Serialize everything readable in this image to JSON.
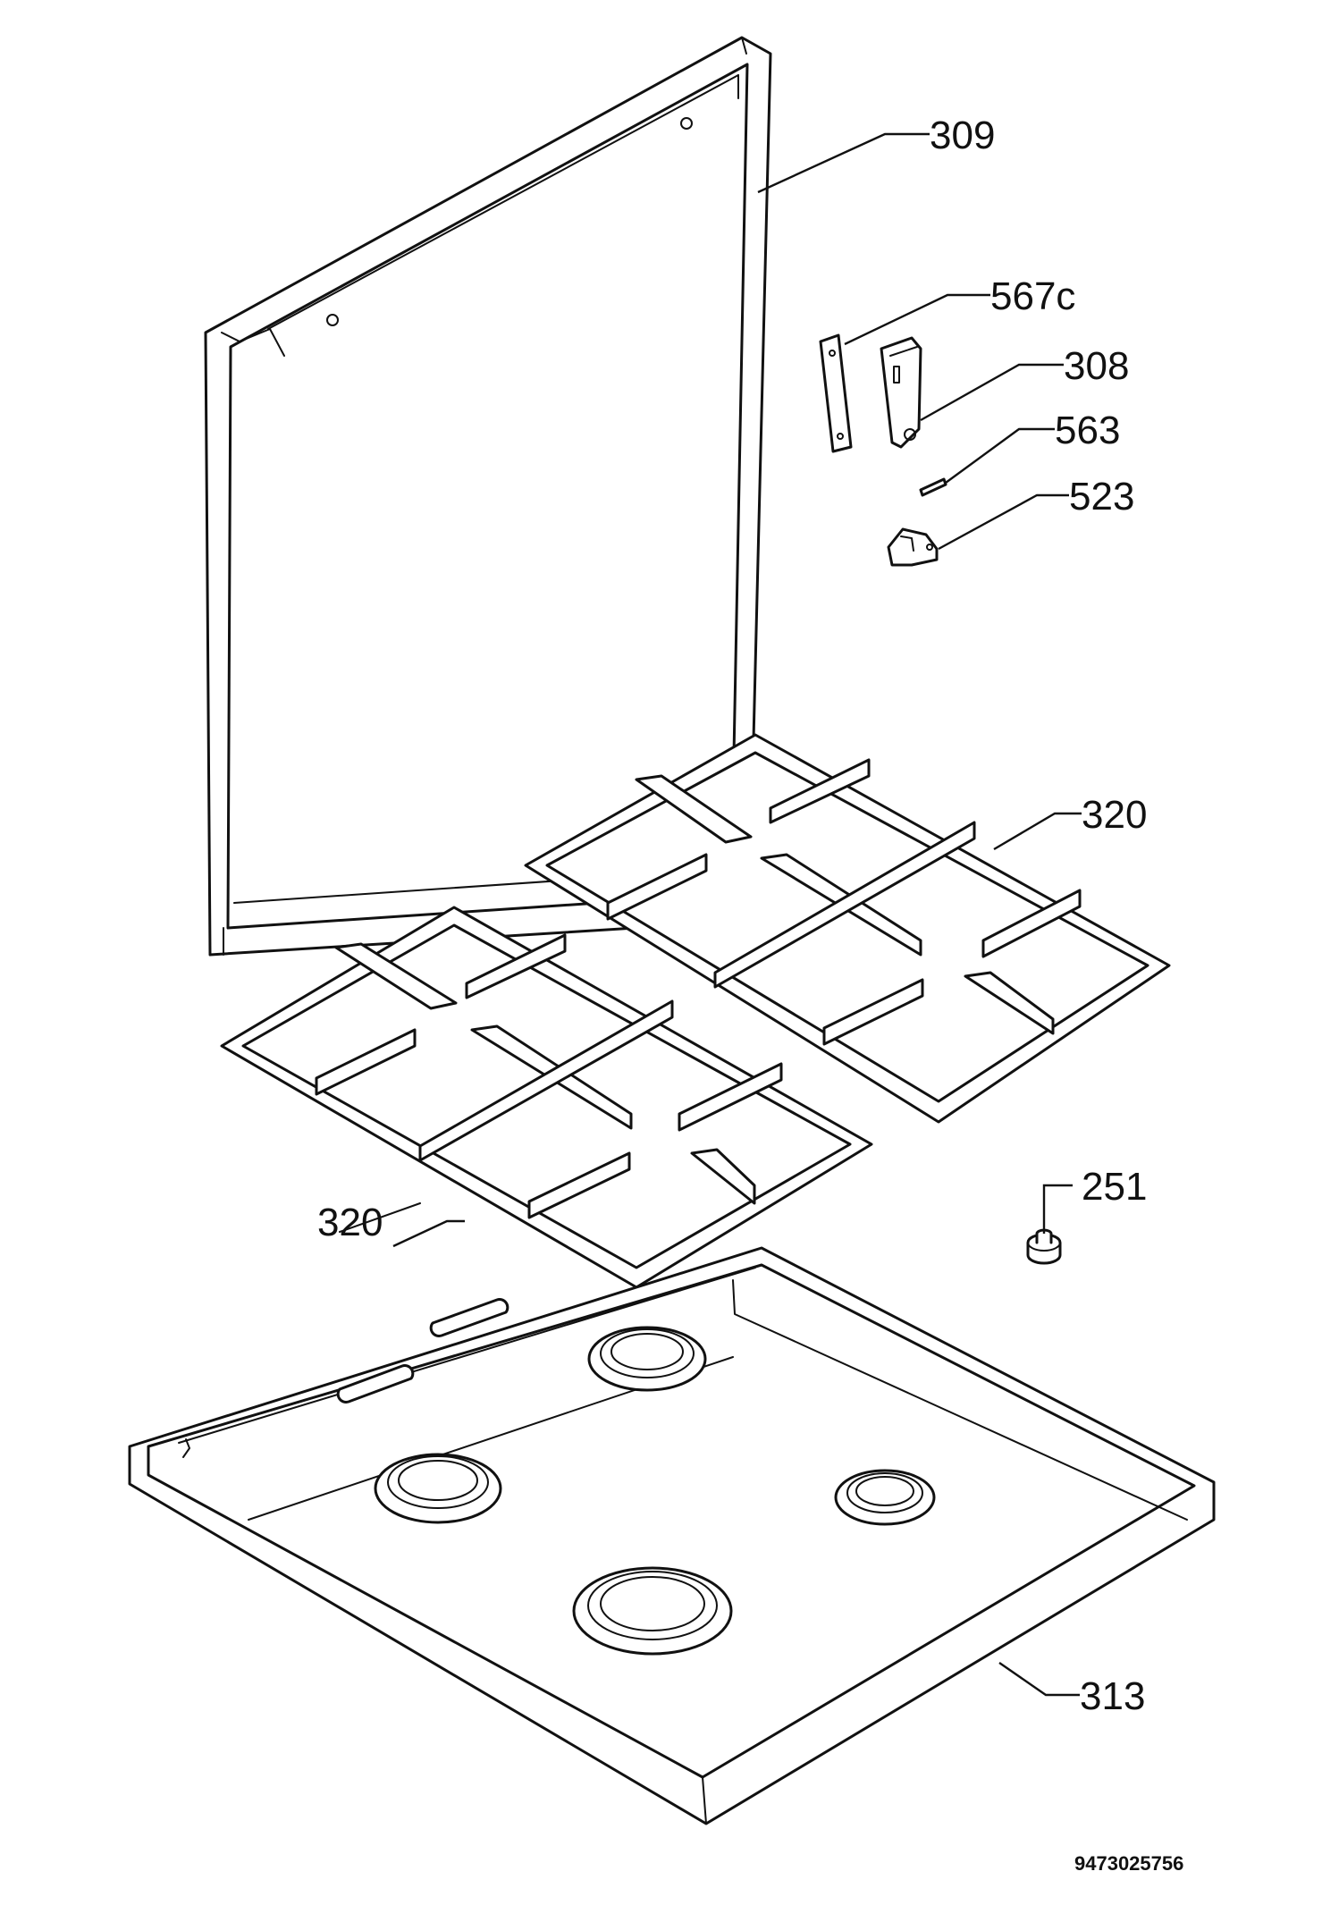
{
  "callouts": {
    "c309": "309",
    "c567c": "567c",
    "c308": "308",
    "c563": "563",
    "c523": "523",
    "c320_right": "320",
    "c320_left": "320",
    "c251": "251",
    "c313": "313"
  },
  "document_id": "9473025756"
}
